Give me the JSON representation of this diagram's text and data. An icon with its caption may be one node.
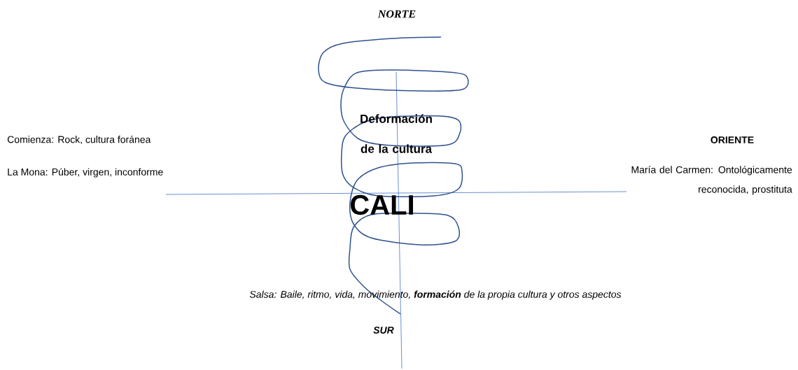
{
  "diagram": {
    "labels": [
      "NORTE",
      "Deformación de la cultura",
      "Comienza: Rock, cultura foránea",
      "ORIENTE",
      "La Mona: Púber, virgen, inconforme",
      "María del Carmen: Ontológicamente reconocida, prostituta",
      "CALI",
      "Salsa: Baile, ritmo, vida, movimiento, **formación** de la propia cultura y otros aspectos",
      "SUR"
    ]
  }
}
